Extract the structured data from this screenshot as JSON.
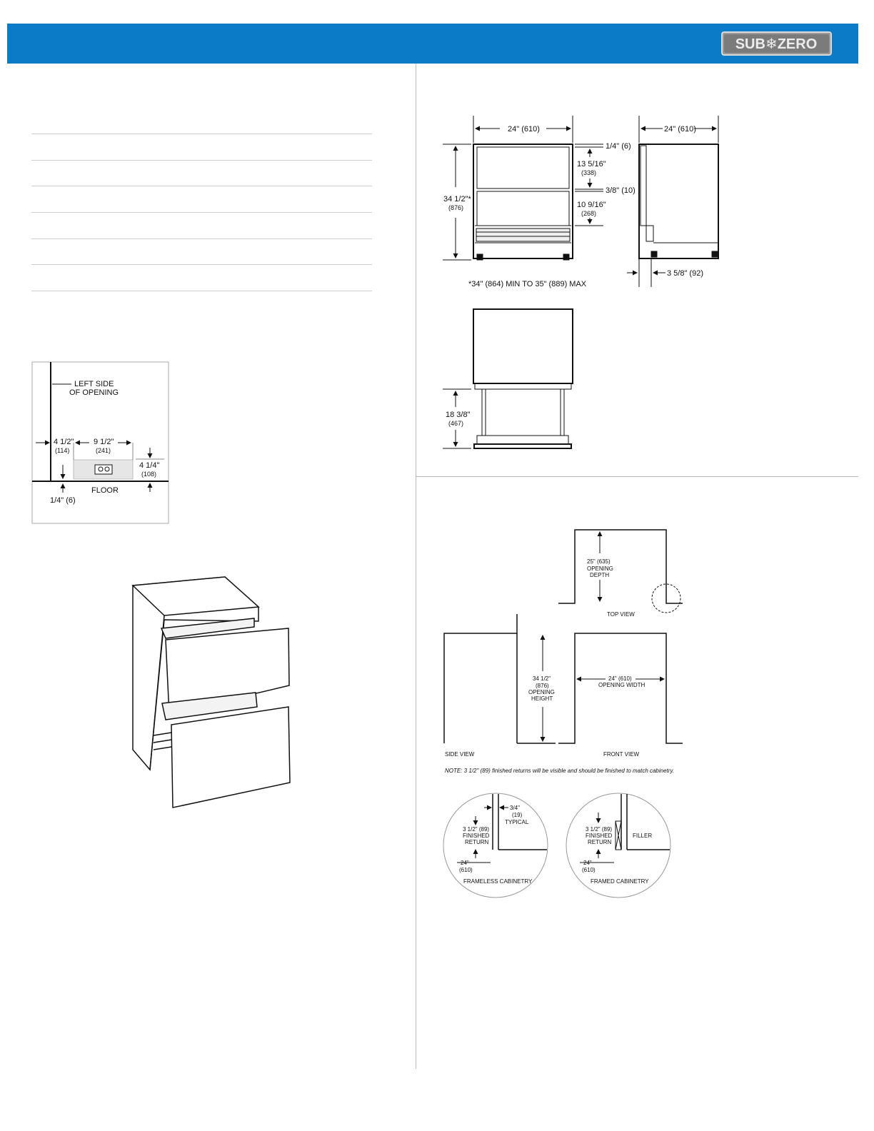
{
  "brand": {
    "logo_text": "SUB❄ZERO"
  },
  "colors": {
    "header_blue": "#0b7bc8",
    "line": "#111111",
    "spec_line": "#cfcfcf"
  },
  "electrical_detail": {
    "left_side_line1": "LEFT SIDE",
    "left_side_line2": "OF OPENING",
    "dim_left": "4 1/2\"",
    "dim_left_mm": "(114)",
    "dim_width": "9 1/2\"",
    "dim_width_mm": "(241)",
    "dim_height": "4 1/4\"",
    "dim_height_mm": "(108)",
    "floor": "FLOOR",
    "dim_bottom": "1/4\" (6)"
  },
  "dimensions_front": {
    "width": "24\" (610)",
    "top_gap": "1/4\" (6)",
    "upper_drawer": "13 5/16\"",
    "upper_drawer_mm": "(338)",
    "mid_gap": "3/8\" (10)",
    "lower_drawer": "10 9/16\"",
    "lower_drawer_mm": "(268)",
    "height": "34 1/2\"*",
    "height_mm": "(876)",
    "note": "*34\" (864) MIN TO 35\" (889) MAX"
  },
  "dimensions_side": {
    "depth": "24\" (610)",
    "toe": "3 5/8\" (92)"
  },
  "drawer_open": {
    "clearance": "18 3/8\"",
    "clearance_mm": "(467)"
  },
  "installation": {
    "opening_depth": "25\" (635)",
    "opening_depth_l2": "OPENING",
    "opening_depth_l3": "DEPTH",
    "top_view": "TOP VIEW",
    "opening_height": "34 1/2\"",
    "opening_height_mm": "(876)",
    "opening_height_l3": "OPENING",
    "opening_height_l4": "HEIGHT",
    "opening_width": "24\" (610)",
    "opening_width_l2": "OPENING WIDTH",
    "side_view": "SIDE VIEW",
    "front_view": "FRONT VIEW",
    "note": "NOTE: 3 1/2\" (89) finished returns will be visible and should be finished to match cabinetry.",
    "frameless": {
      "typical": "3/4\"",
      "typical_mm": "(19)",
      "typical_l3": "TYPICAL",
      "return": "3 1/2\" (89)",
      "return_l2": "FINISHED",
      "return_l3": "RETURN",
      "depth": "24\"",
      "depth_mm": "(610)",
      "label": "FRAMELESS CABINETRY"
    },
    "framed": {
      "return": "3 1/2\" (89)",
      "return_l2": "FINISHED",
      "return_l3": "RETURN",
      "filler": "FILLER",
      "depth": "24\"",
      "depth_mm": "(610)",
      "label": "FRAMED CABINETRY"
    }
  }
}
